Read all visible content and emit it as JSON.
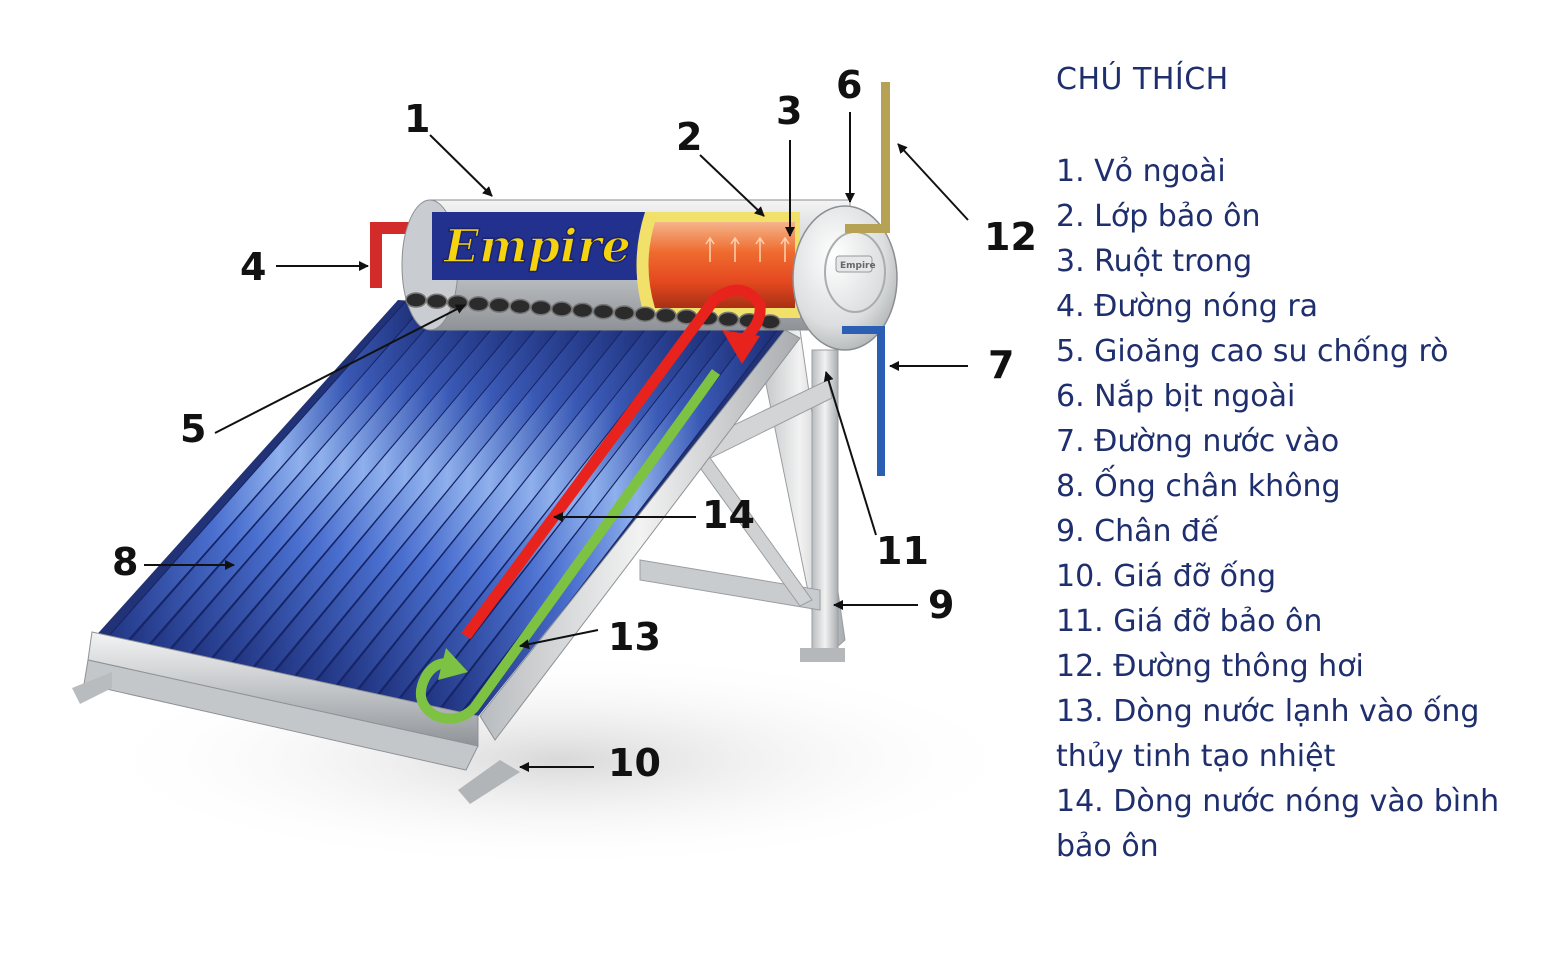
{
  "brand": "Empire",
  "cap_brand": "Empire",
  "callouts": [
    "1",
    "2",
    "3",
    "4",
    "5",
    "6",
    "7",
    "8",
    "9",
    "10",
    "11",
    "12",
    "13",
    "14"
  ],
  "legend": {
    "title": "CHÚ THÍCH",
    "items": [
      "1. Vỏ ngoài",
      "2. Lớp bảo ôn",
      "3. Ruột trong",
      "4. Đường nóng ra",
      "5. Gioăng cao su chống rò",
      "6. Nắp bịt ngoài",
      "7. Đường nước vào",
      "8. Ống chân không",
      "9. Chân đế",
      "10. Giá đỡ ống",
      "11. Giá đỡ bảo ôn",
      "12. Đường thông hơi",
      "13. Dòng nước lạnh vào ống thủy tinh tạo nhiệt",
      "14. Dòng nước nóng vào bình bảo ôn"
    ]
  },
  "colors": {
    "legend_text": "#1f2f6e",
    "tube_blue": "#2e4fa8",
    "hot_flow": "#e8221c",
    "cold_flow": "#7dc242",
    "brand_yellow": "#f5d30f",
    "brand_band": "#22308e",
    "vent_pipe": "#b5a255",
    "inlet_pipe": "#2b5fb4",
    "outlet_pipe": "#d32a2a"
  }
}
